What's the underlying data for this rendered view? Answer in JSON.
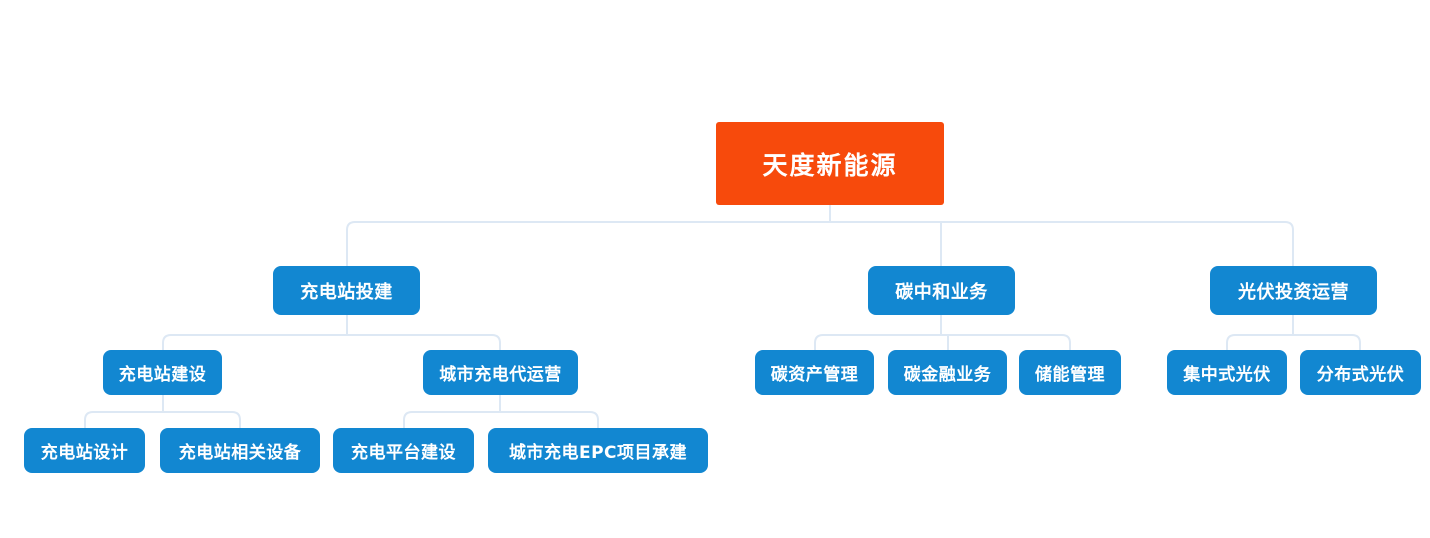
{
  "diagram": {
    "root": {
      "label": "天度新能源"
    },
    "branches": [
      {
        "label": "充电站投建",
        "children": [
          {
            "label": "充电站建设",
            "children": [
              {
                "label": "充电站设计"
              },
              {
                "label": "充电站相关设备"
              }
            ]
          },
          {
            "label": "城市充电代运营",
            "children": [
              {
                "label": "充电平台建设"
              },
              {
                "label": "城市充电EPC项目承建"
              }
            ]
          }
        ]
      },
      {
        "label": "碳中和业务",
        "children": [
          {
            "label": "碳资产管理"
          },
          {
            "label": "碳金融业务"
          },
          {
            "label": "储能管理"
          }
        ]
      },
      {
        "label": "光伏投资运营",
        "children": [
          {
            "label": "集中式光伏"
          },
          {
            "label": "分布式光伏"
          }
        ]
      }
    ],
    "colors": {
      "root_bg": "#f74a0c",
      "node_bg": "#1287d1",
      "line": "#dde8f4",
      "text": "#ffffff"
    }
  }
}
